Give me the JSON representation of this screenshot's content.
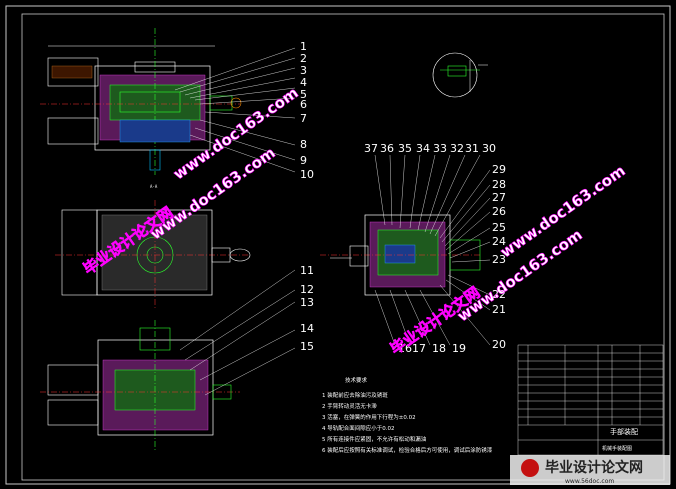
{
  "drawing": {
    "part_numbers_left": [
      "1",
      "2",
      "3",
      "4",
      "5",
      "6",
      "7",
      "8",
      "9",
      "10"
    ],
    "part_numbers_left_lower": [
      "11",
      "12",
      "13",
      "14",
      "15"
    ],
    "part_numbers_right_top": [
      "37",
      "36",
      "35",
      "34",
      "33",
      "32",
      "31",
      "30"
    ],
    "part_numbers_right_side": [
      "29",
      "28",
      "27",
      "26",
      "25",
      "24",
      "23",
      "22",
      "21",
      "20"
    ],
    "part_numbers_right_bottom": [
      "16",
      "17",
      "18",
      "19"
    ],
    "tech_requirements_title": "技术要求",
    "tech_requirements": [
      "1 装配前应去除油污及锈斑",
      "2 手臂转动灵活无卡滞",
      "3 活塞，在弹簧的作用下行程为±0.02",
      "4 导轨配合面间隙应小于0.02",
      "5 所有连接件应紧固，不允许有松动和漏油",
      "6 装配后应按照有关标准调试，检验合格后方可使用，调试后涂防锈漆"
    ],
    "title_block_name": "手部装配",
    "title_block_sub": "机械手装配图"
  },
  "watermarks": {
    "site": "www.doc163.com",
    "brand": "毕业设计论文网",
    "footer_url": "www.56doc.com"
  }
}
